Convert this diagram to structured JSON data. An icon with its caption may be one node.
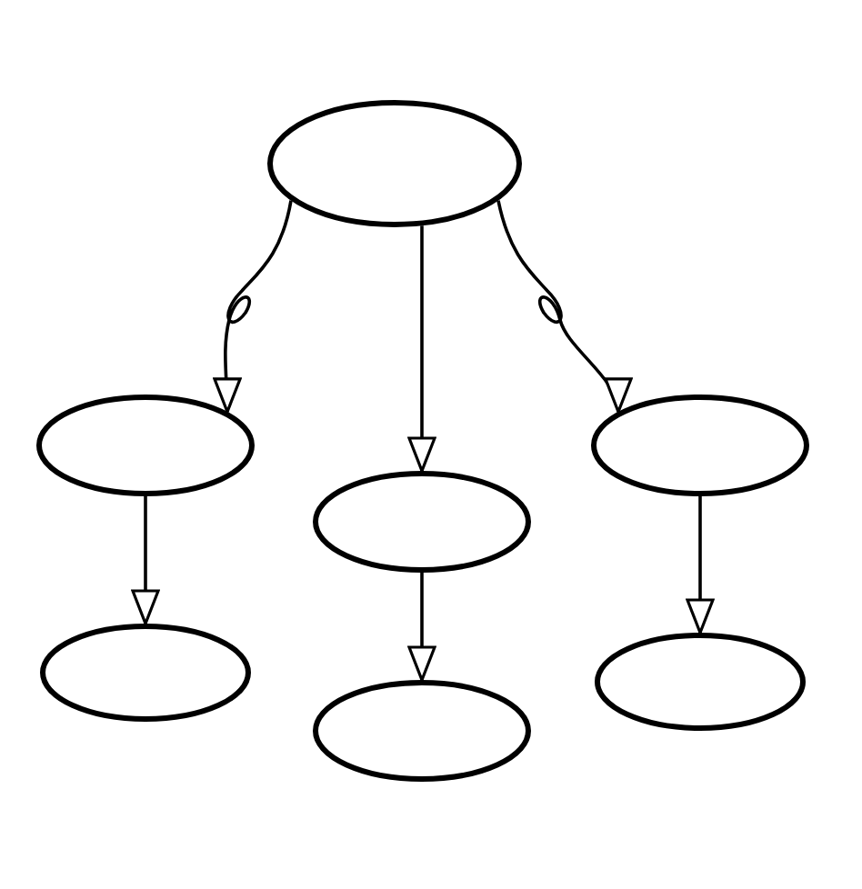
{
  "diagram": {
    "nodes": [
      {
        "text": [],
        "shape": "ellipse"
      },
      {
        "text": [],
        "shape": "ellipse"
      },
      {
        "text": [],
        "shape": "ellipse"
      },
      {
        "text": [],
        "shape": "ellipse"
      },
      {
        "text": [],
        "shape": "ellipse"
      },
      {
        "text": [],
        "shape": "ellipse"
      },
      {
        "text": [],
        "shape": "ellipse"
      }
    ],
    "edges": [
      {
        "from": 0,
        "to": 1,
        "arrow": "to"
      },
      {
        "from": 0,
        "to": 2,
        "arrow": "to"
      },
      {
        "from": 0,
        "to": 3,
        "arrow": "to"
      },
      {
        "from": 1,
        "to": 4,
        "arrow": "to"
      },
      {
        "from": 2,
        "to": 5,
        "arrow": "to"
      },
      {
        "from": 3,
        "to": 6,
        "arrow": "to"
      }
    ]
  }
}
